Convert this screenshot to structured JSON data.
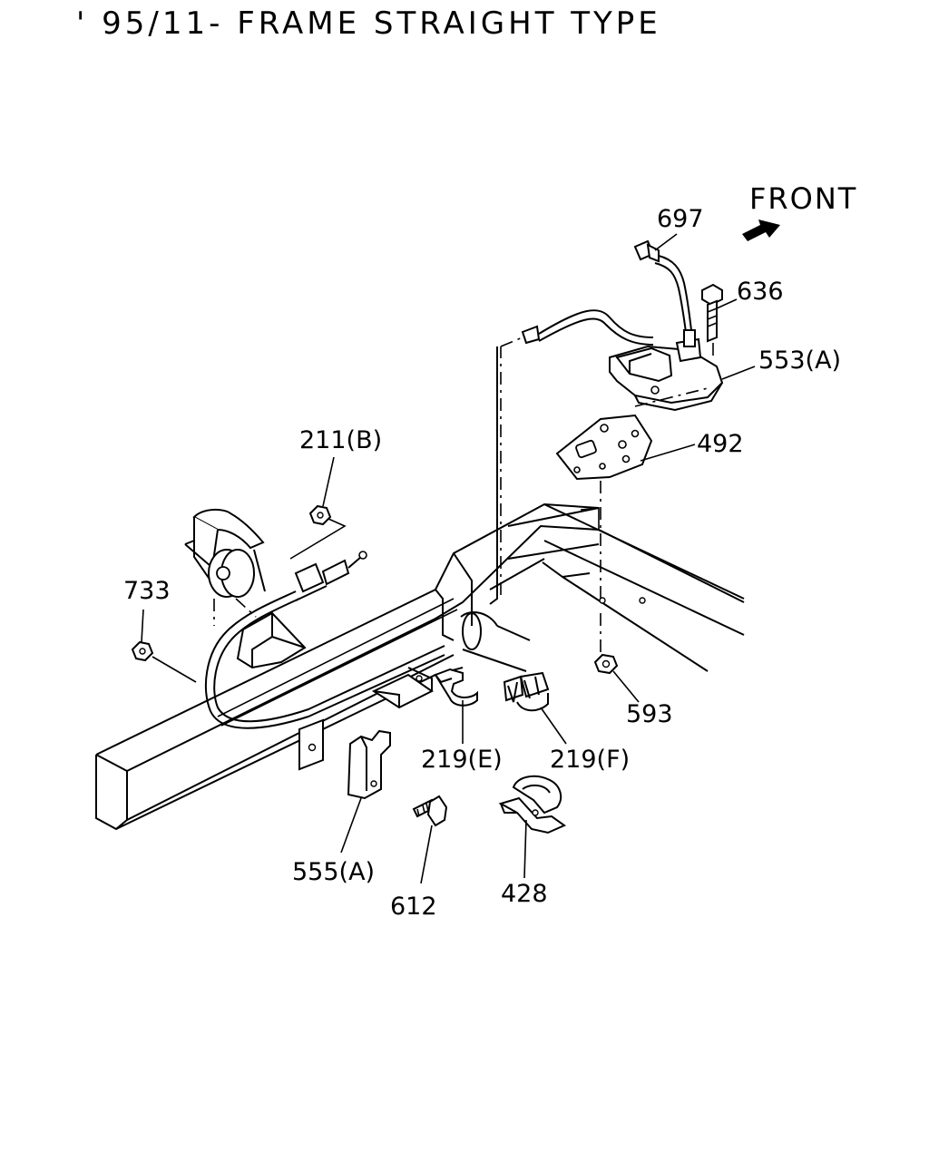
{
  "title": "' 95/11- FRAME STRAIGHT TYPE",
  "direction_label": "FRONT",
  "parts": {
    "p697": "697",
    "p636": "636",
    "p553a": "553(A)",
    "p492": "492",
    "p211b": "211(B)",
    "p733": "733",
    "p593": "593",
    "p219e": "219(E)",
    "p219f": "219(F)",
    "p555a": "555(A)",
    "p612": "612",
    "p428": "428"
  }
}
